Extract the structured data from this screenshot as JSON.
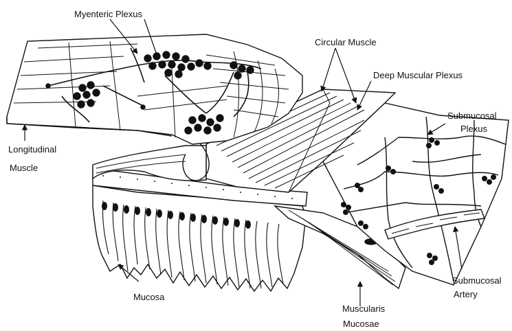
{
  "colors": {
    "ink": "#111111",
    "paper": "#ffffff"
  },
  "labels": {
    "myenteric_plexus": "Myenteric Plexus",
    "circular_muscle": "Circular Muscle",
    "deep_muscular_plexus": "Deep Muscular Plexus",
    "submucosal_plexus_1": "Submucosal",
    "submucosal_plexus_2": "Plexus",
    "longitudinal_muscle_1": "Longitudinal",
    "longitudinal_muscle_2": "Muscle",
    "submucosal_artery_1": "Submucosal",
    "submucosal_artery_2": "Artery",
    "mucosa": "Mucosa",
    "muscularis_mucosae_1": "Muscularis",
    "muscularis_mucosae_2": "Mucosae"
  }
}
